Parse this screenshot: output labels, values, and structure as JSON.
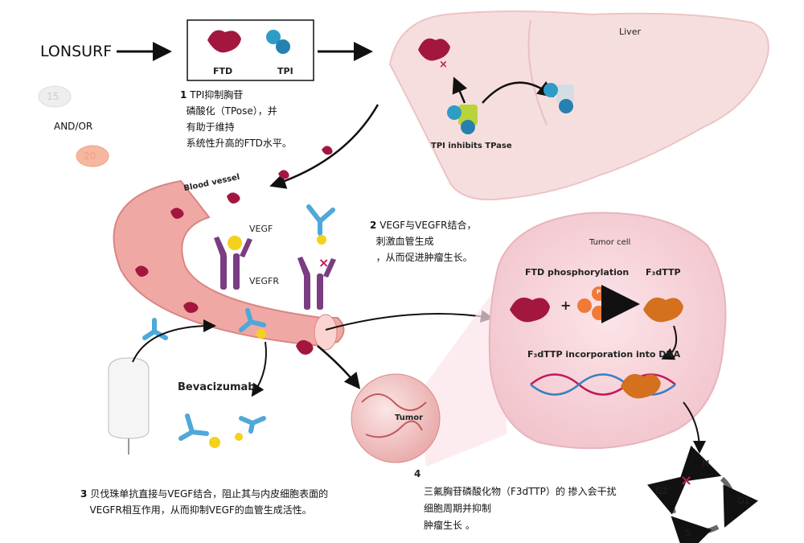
{
  "drug": {
    "name": "LONSURF",
    "tablet_1": "15",
    "tablet_2": "20",
    "connector": "AND/OR"
  },
  "components": {
    "ftd": "FTD",
    "tpi": "TPI"
  },
  "liver": {
    "label": "Liver",
    "caption": "TPI inhibits TPase"
  },
  "vessel": {
    "label": "Blood vessel",
    "vegf": "VEGF",
    "vegfr": "VEGFR"
  },
  "bevacizumab": {
    "label": "Bevacizumab"
  },
  "tumor": {
    "label": "Tumor",
    "step": "4"
  },
  "tumor_cell": {
    "label": "Tumor cell",
    "phosphorylation": "FTD phosphorylation",
    "plus": "+",
    "phosphate": "P",
    "product": "F₃dTTP",
    "incorporation": "F₃dTTP incorporation into DNA"
  },
  "cell_cycle": {
    "m": "M",
    "g1": "G1",
    "s": "S",
    "g2": "G2"
  },
  "notes": {
    "step1": {
      "num": "1",
      "lines": [
        "TPI抑制胸苷",
        "磷酸化（TPose），并",
        "有助于维持",
        "系统性升高的FTD水平。"
      ]
    },
    "step2": {
      "num": "2",
      "lines": [
        "VEGF与VEGFR结合，",
        "刺激血管生成",
        "，从而促进肿瘤生长。"
      ]
    },
    "step3": {
      "num": "3",
      "lines": [
        "贝伐珠单抗直接与VEGF结合，阻止其与内皮细胞表面的",
        "VEGFR相互作用，从而抑制VEGF的血管生成活性。"
      ]
    },
    "step4": {
      "lines": [
        "三氟胸苷磷酸化物（F3dTTP）的 掺入会干扰",
        "细胞周期并抑制",
        "肿瘤生长 。"
      ]
    }
  },
  "colors": {
    "ftd": "#a3173f",
    "tpi": "#2f9cc8",
    "vessel": "#f0a8a4",
    "liver": "#f7dede",
    "vegfr": "#7a3d82",
    "vegf": "#f3d21b",
    "antibody": "#4ea8d8",
    "f3dttp": "#d4701e",
    "phosphate": "#f07a3a",
    "inhibit": "#c0195a"
  }
}
